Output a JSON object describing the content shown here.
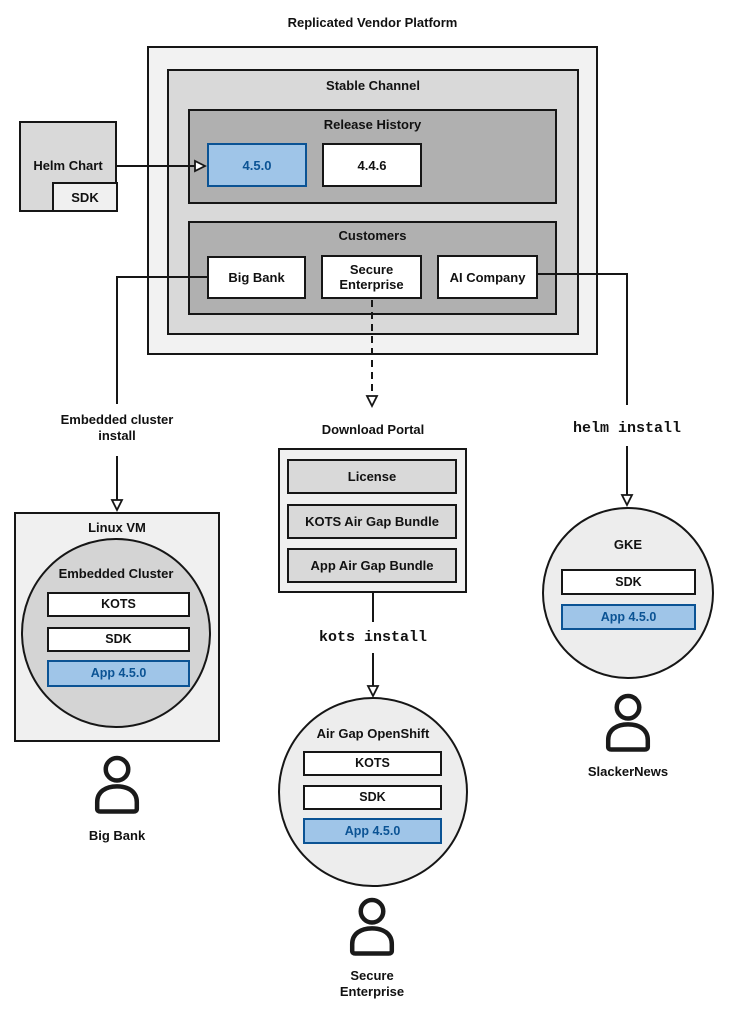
{
  "title": "Replicated Vendor Platform",
  "colors": {
    "highlight_fill": "#9fc5e8",
    "highlight_border": "#0b5394",
    "highlight_text": "#0b5394"
  },
  "platform": {
    "stable_channel_label": "Stable Channel",
    "release_history": {
      "label": "Release History",
      "releases": [
        {
          "version": "4.5.0",
          "highlighted": true
        },
        {
          "version": "4.4.6",
          "highlighted": false
        }
      ]
    },
    "customers": {
      "label": "Customers",
      "items": [
        {
          "name": "Big Bank"
        },
        {
          "name": "Secure Enterprise"
        },
        {
          "name": "AI Company"
        }
      ]
    }
  },
  "helm_chart": {
    "label": "Helm Chart",
    "sdk": "SDK"
  },
  "left_flow": {
    "arrow_label": "Embedded cluster install",
    "vm_label": "Linux VM",
    "cluster_label": "Embedded Cluster",
    "components": [
      "KOTS",
      "SDK",
      "App 4.5.0"
    ],
    "user": "Big Bank"
  },
  "middle_flow": {
    "portal_label": "Download Portal",
    "portal_items": [
      "License",
      "KOTS Air Gap Bundle",
      "App Air Gap Bundle"
    ],
    "command": "kots install",
    "cluster_label": "Air Gap OpenShift",
    "components": [
      "KOTS",
      "SDK",
      "App 4.5.0"
    ],
    "user": "Secure Enterprise"
  },
  "right_flow": {
    "command": "helm install",
    "cluster_label": "GKE",
    "components": [
      "SDK",
      "App 4.5.0"
    ],
    "user": "SlackerNews"
  }
}
